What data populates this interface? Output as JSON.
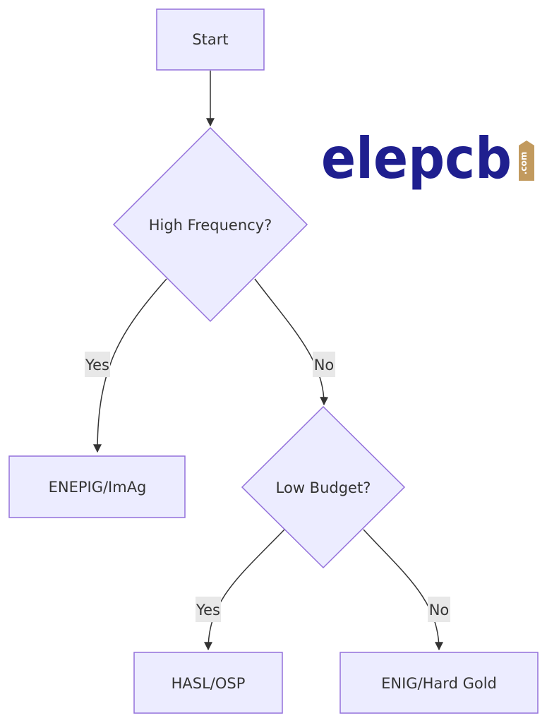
{
  "diagram": {
    "nodes": {
      "start": "Start",
      "high_frequency": "High Frequency?",
      "enepig": "ENEPIG/ImAg",
      "low_budget": "Low Budget?",
      "hasl": "HASL/OSP",
      "enig": "ENIG/Hard Gold"
    },
    "edges": {
      "hf_yes": "Yes",
      "hf_no": "No",
      "lb_yes": "Yes",
      "lb_no": "No"
    }
  },
  "logo": {
    "main": "elepcb",
    "suffix": ".com",
    "color": "#1f1f8f",
    "tag_color": "#c29a5e"
  },
  "colors": {
    "node_fill": "#ECECFF",
    "node_stroke": "#9370DB",
    "edge": "#333333"
  }
}
